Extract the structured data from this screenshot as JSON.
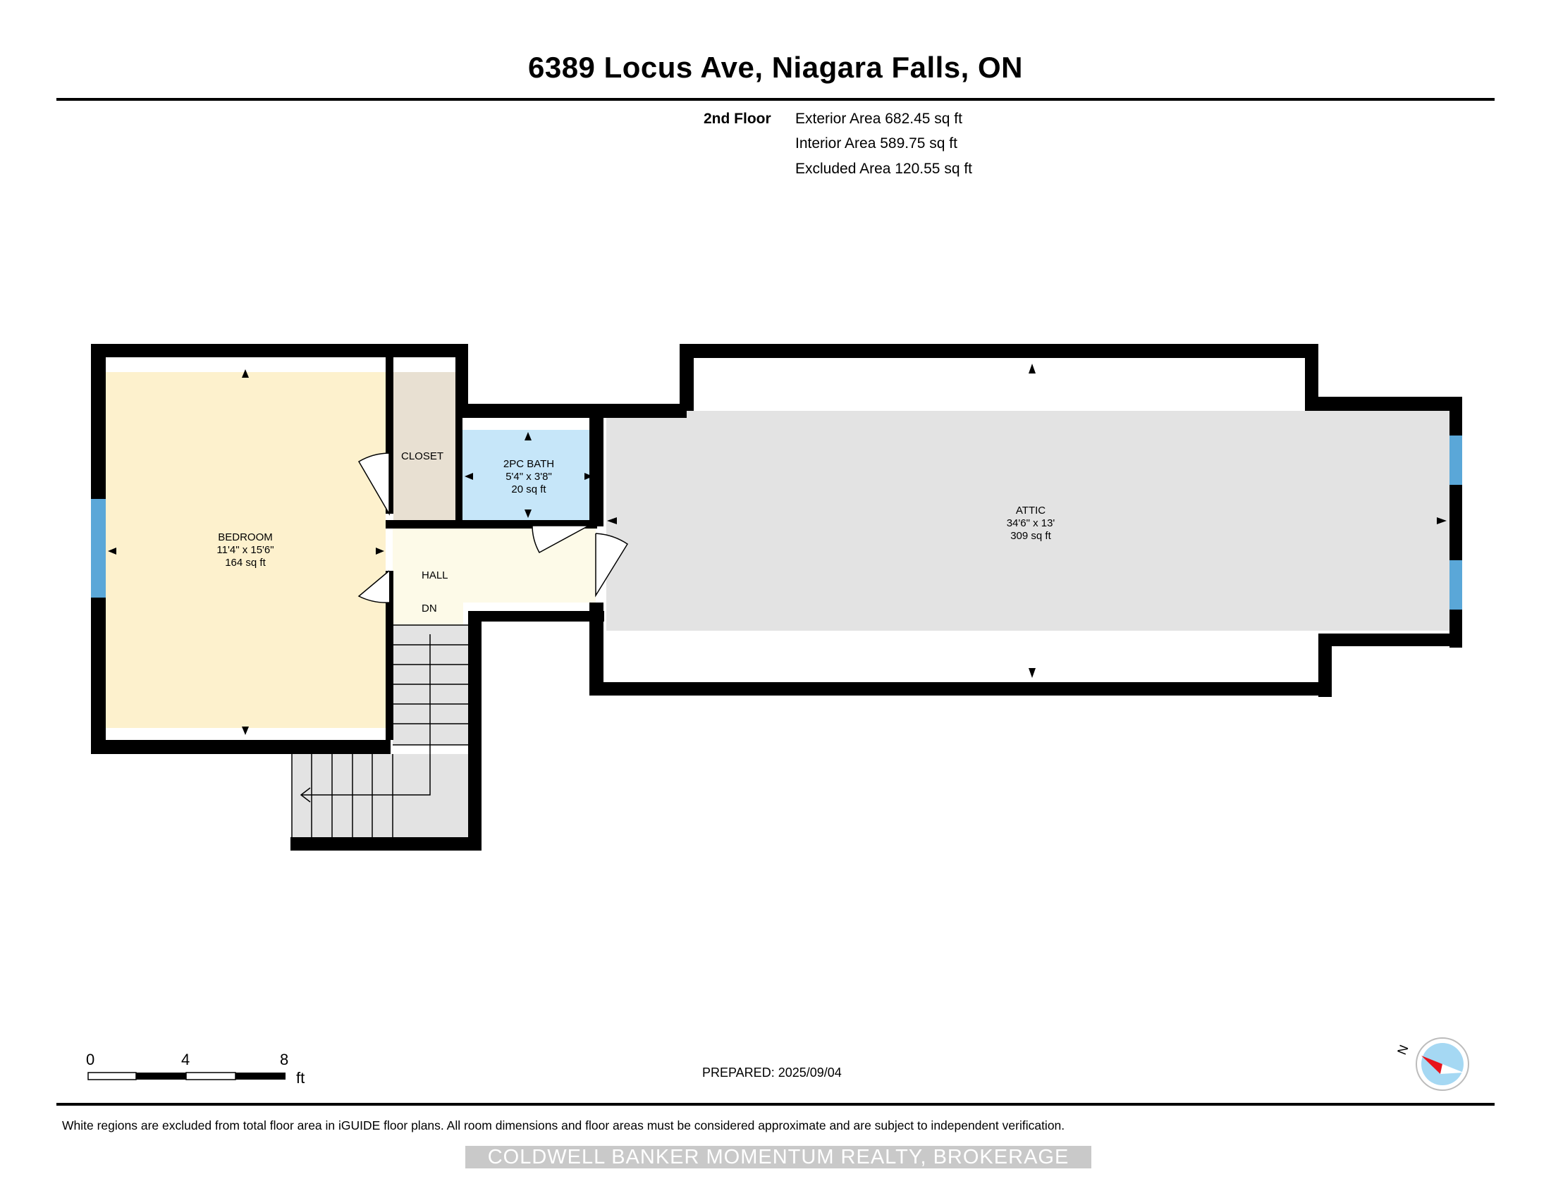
{
  "header": {
    "title": "6389 Locus Ave, Niagara Falls, ON",
    "floor_label": "2nd Floor",
    "exterior_area": "Exterior Area 682.45 sq ft",
    "interior_area": "Interior Area 589.75 sq ft",
    "excluded_area": "Excluded Area 120.55 sq ft"
  },
  "rooms": {
    "bedroom": {
      "name": "BEDROOM",
      "dims": "11'4\" x 15'6\"",
      "area": "164 sq ft",
      "color": "#fdf1cd"
    },
    "closet": {
      "name": "CLOSET",
      "color": "#e8e0d2"
    },
    "bath": {
      "name": "2PC BATH",
      "dims": "5'4\" x 3'8\"",
      "area": "20 sq ft",
      "color": "#c6e6f9"
    },
    "hall": {
      "name": "HALL",
      "color": "#fdfae8"
    },
    "stairs": {
      "label": "DN",
      "color": "#e3e3e3"
    },
    "attic": {
      "name": "ATTIC",
      "dims": "34'6\" x 13'",
      "area": "309 sq ft",
      "color": "#e3e3e3"
    }
  },
  "scale": {
    "tick_0": "0",
    "tick_4": "4",
    "tick_8": "8",
    "unit": "ft"
  },
  "compass": {
    "label": "N",
    "needle_color": "#e8131c",
    "dial_color": "#a5d8f3"
  },
  "footer": {
    "prepared": "PREPARED: 2025/09/04",
    "disclaimer": "White regions are excluded from total floor area in iGUIDE floor plans. All room dimensions and floor areas must be considered approximate and are subject to independent verification.",
    "brokerage": "COLDWELL BANKER MOMENTUM REALTY, BROKERAGE"
  },
  "colors": {
    "wall": "#000000",
    "window": "#5aa7d8"
  }
}
